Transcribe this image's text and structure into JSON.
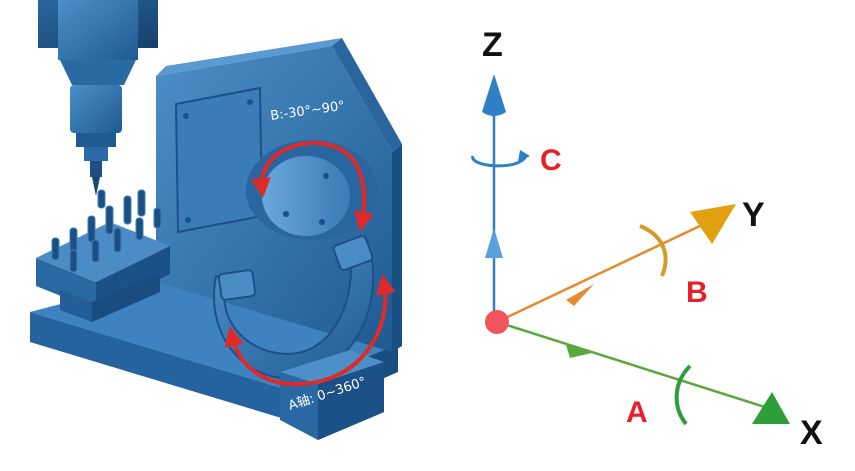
{
  "machine": {
    "b_axis_label": "B:-30°~90°",
    "a_axis_label": "A轴: 0~360°"
  },
  "axes": {
    "z_label": "Z",
    "y_label": "Y",
    "x_label": "X",
    "c_label": "C",
    "b_label": "B",
    "a_label": "A"
  },
  "colors": {
    "machine_blue": "#2e6fa8",
    "rotation_arrow": "#e02a2a",
    "z_axis": "#2f7fc4",
    "y_axis": "#e58a2e",
    "x_axis": "#5aa83c",
    "origin": "#f2545b",
    "y_arrow_head": "#e0a010",
    "x_arrow_head": "#2c9e3a"
  },
  "icons": [
    "cnc-spindle-icon",
    "workpiece-fixture-icon",
    "trunnion-table-icon",
    "coordinate-axes-icon"
  ]
}
